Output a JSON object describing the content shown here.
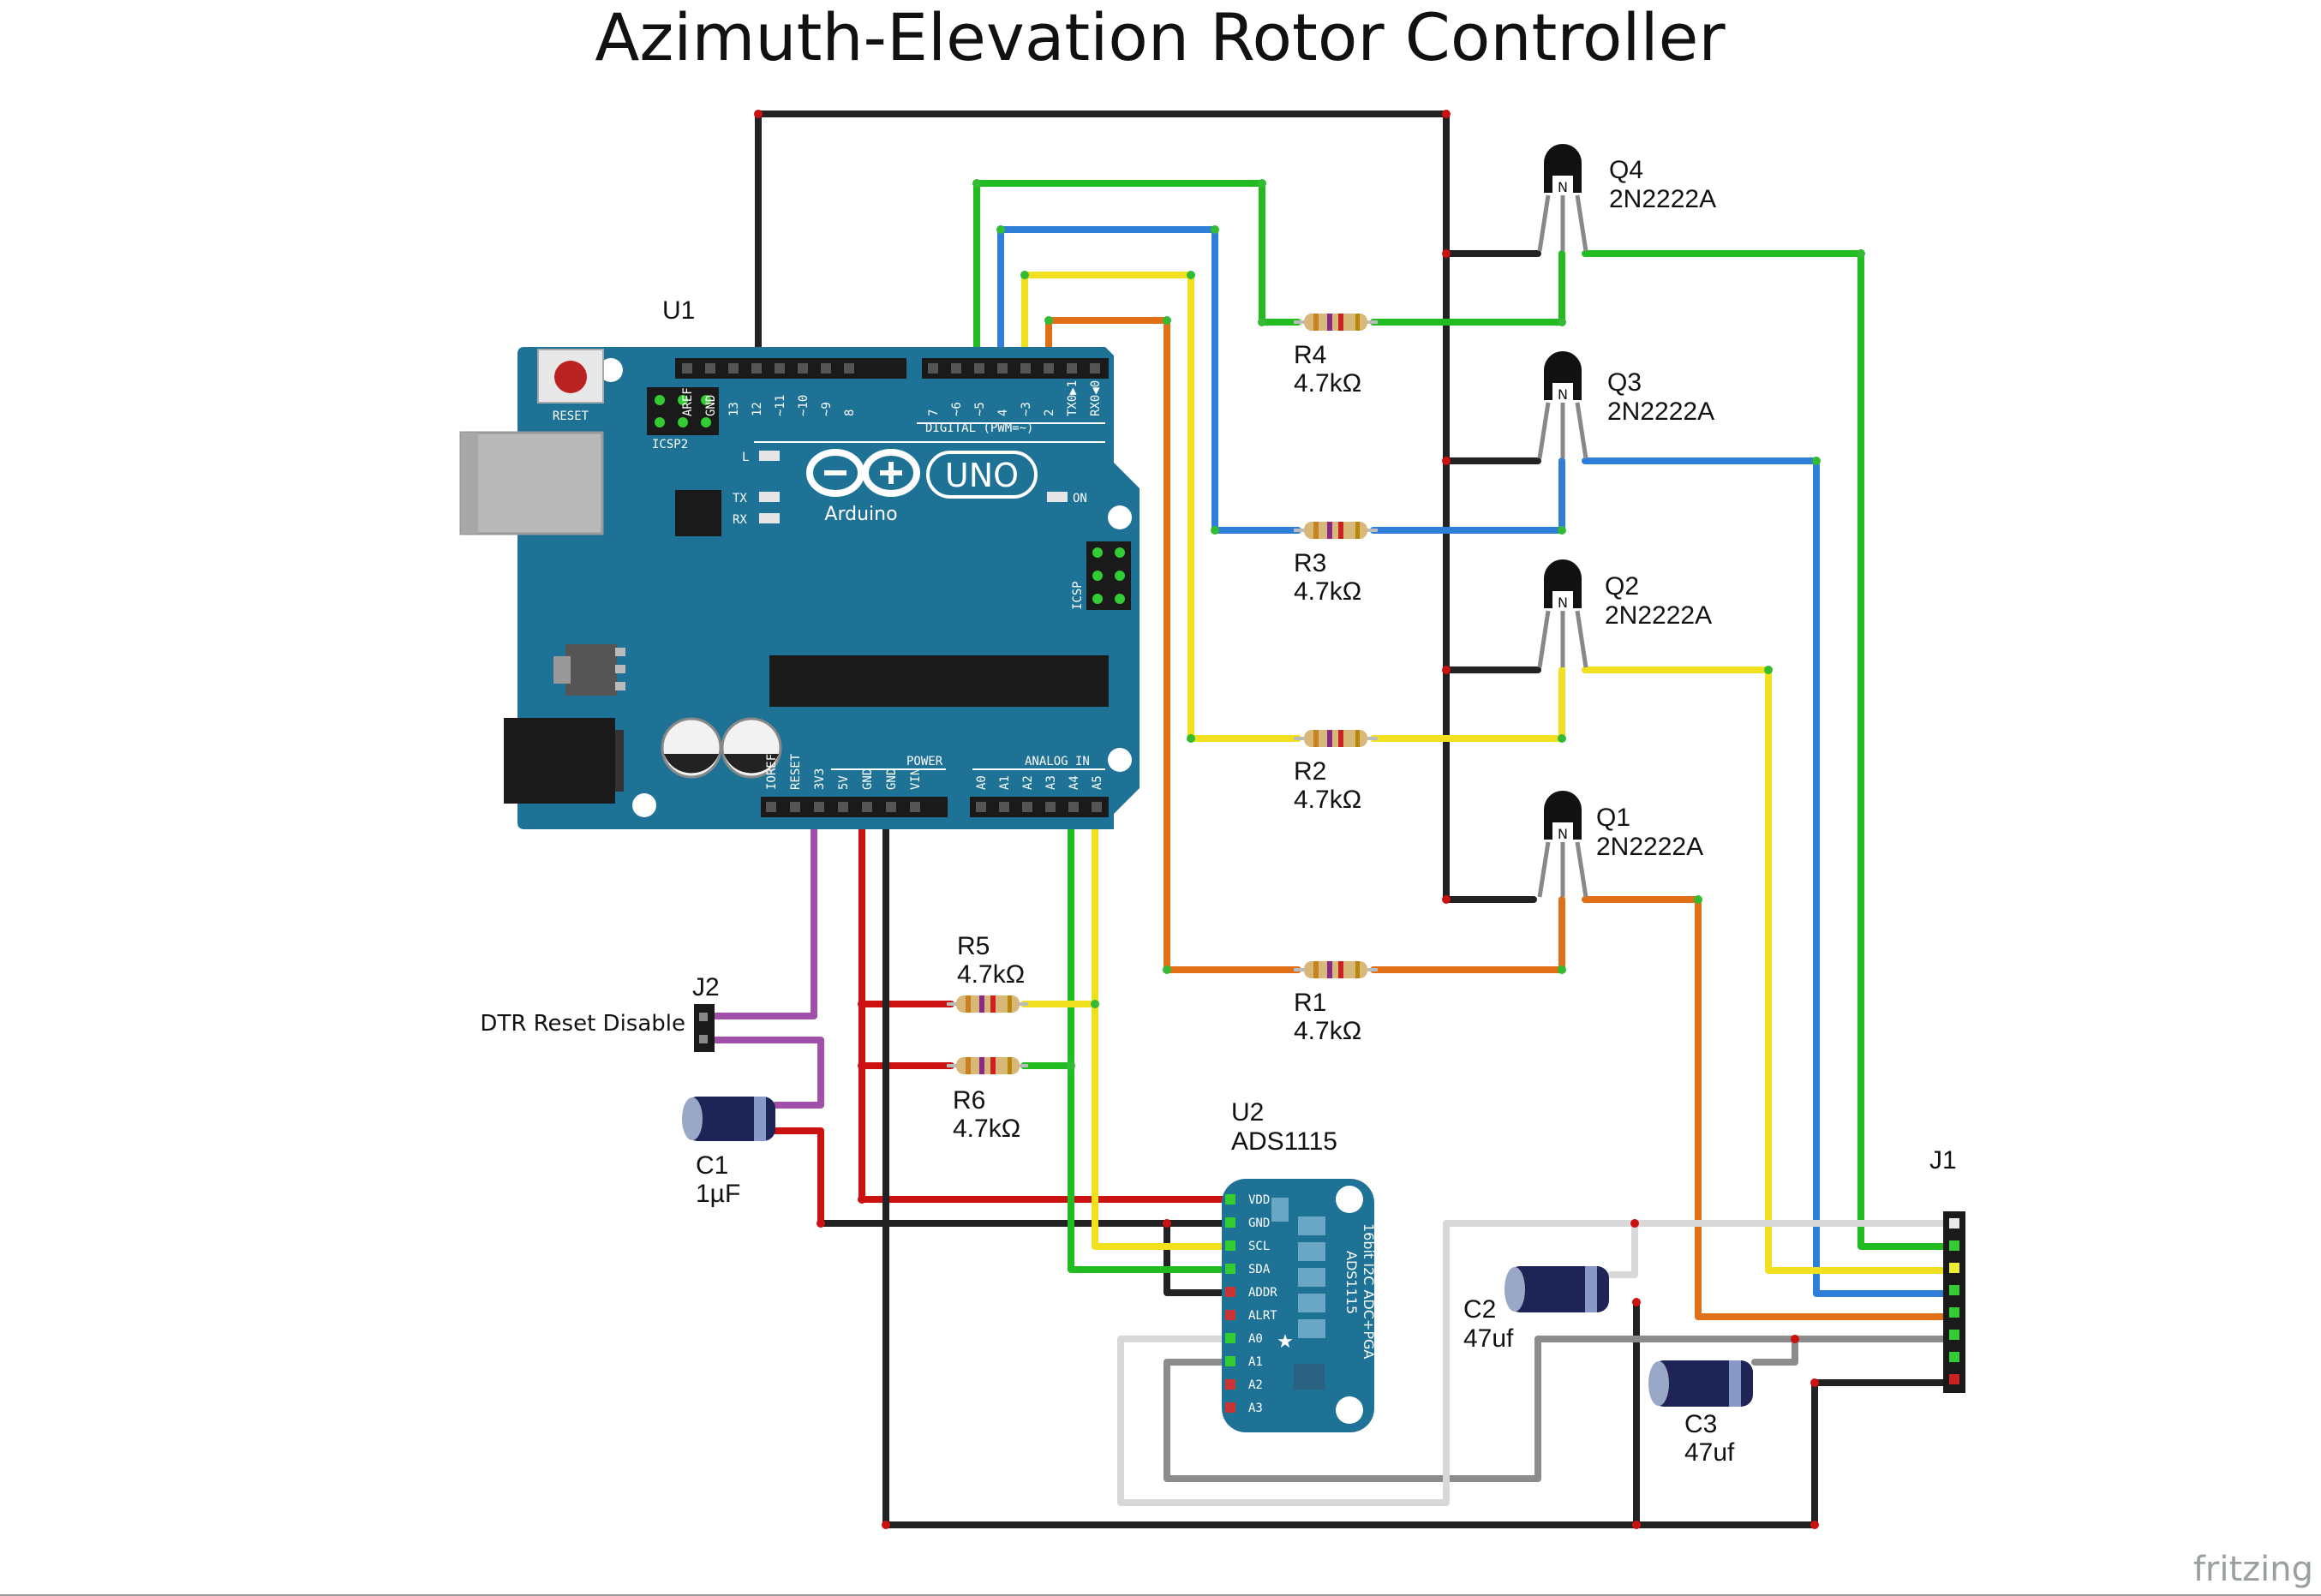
{
  "title": "Azimuth-Elevation Rotor Controller",
  "watermark": "fritzing",
  "colors": {
    "board": "#1e7295",
    "black_wire": "#222222",
    "green_wire": "#22bb22",
    "blue_wire": "#2f7fd8",
    "yellow_wire": "#f0e020",
    "orange_wire": "#e07018",
    "red_wire": "#cc1111",
    "purple_wire": "#a050a8",
    "gray_wire": "#8c8c8c",
    "white_wire": "#d8d8d8"
  },
  "arduino": {
    "ref": "U1",
    "brand_logo": "UNO",
    "brand_name": "Arduino",
    "reset_label": "RESET",
    "icsp2_label": "ICSP2",
    "icsp_label": "ICSP",
    "led_l": "L",
    "led_tx": "TX",
    "led_rx": "RX",
    "on_label": "ON",
    "digital_label": "DIGITAL (PWM=~)",
    "power_label": "POWER",
    "analog_label": "ANALOG IN",
    "top_pins_left": [
      "AREF",
      "GND",
      "13",
      "12",
      "~11",
      "~10",
      "~9",
      "8"
    ],
    "top_pins_right": [
      "7",
      "~6",
      "~5",
      "4",
      "~3",
      "2",
      "TX0▶1",
      "RX0◀0"
    ],
    "power_pins": [
      "IOREF",
      "RESET",
      "3V3",
      "5V",
      "GND",
      "GND",
      "VIN"
    ],
    "analog_pins": [
      "A0",
      "A1",
      "A2",
      "A3",
      "A4",
      "A5"
    ]
  },
  "transistors": [
    {
      "ref": "Q4",
      "part": "2N2222A",
      "badge": "N"
    },
    {
      "ref": "Q3",
      "part": "2N2222A",
      "badge": "N"
    },
    {
      "ref": "Q2",
      "part": "2N2222A",
      "badge": "N"
    },
    {
      "ref": "Q1",
      "part": "2N2222A",
      "badge": "N"
    }
  ],
  "resistors": [
    {
      "ref": "R4",
      "value": "4.7kΩ"
    },
    {
      "ref": "R3",
      "value": "4.7kΩ"
    },
    {
      "ref": "R2",
      "value": "4.7kΩ"
    },
    {
      "ref": "R1",
      "value": "4.7kΩ"
    },
    {
      "ref": "R5",
      "value": "4.7kΩ"
    },
    {
      "ref": "R6",
      "value": "4.7kΩ"
    }
  ],
  "capacitors": [
    {
      "ref": "C1",
      "value": "1µF"
    },
    {
      "ref": "C2",
      "value": "47uf"
    },
    {
      "ref": "C3",
      "value": "47uf"
    }
  ],
  "j2": {
    "ref": "J2",
    "label": "DTR Reset Disable"
  },
  "j1": {
    "ref": "J1"
  },
  "ads": {
    "ref": "U2",
    "part": "ADS1115",
    "board_text_1": "16bit I2C ADC+PGA",
    "board_text_2": "ADS1115",
    "pins": [
      "VDD",
      "GND",
      "SCL",
      "SDA",
      "ADDR",
      "ALRT",
      "A0",
      "A1",
      "A2",
      "A3"
    ]
  }
}
